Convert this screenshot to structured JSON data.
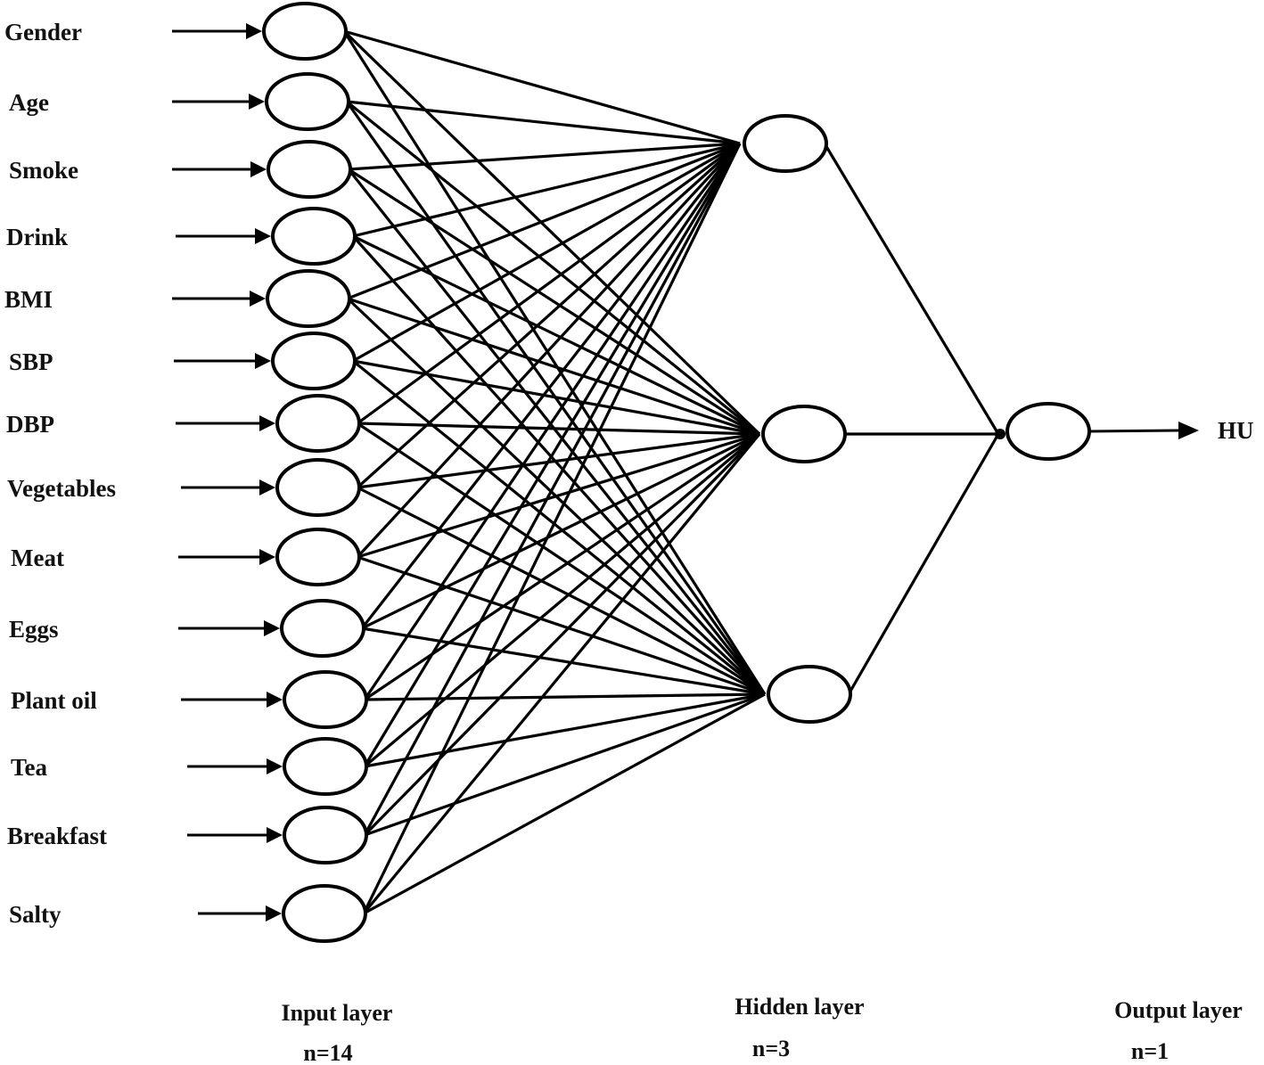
{
  "diagram": {
    "type": "neural-network",
    "inputs": [
      "Gender",
      "Age",
      "Smoke",
      "Drink",
      "BMI",
      "SBP",
      "DBP",
      "Vegetables",
      "Meat",
      "Eggs",
      "Plant oil",
      "Tea",
      "Breakfast",
      "Salty"
    ],
    "output": "HU",
    "layers": {
      "input": {
        "title": "Input layer",
        "count": "n=14",
        "nodes": 14
      },
      "hidden": {
        "title": "Hidden layer",
        "count": "n=3",
        "nodes": 3
      },
      "output": {
        "title": "Output layer",
        "count": "n=1",
        "nodes": 1
      }
    },
    "colors": {
      "stroke": "#000000",
      "text": "#111111",
      "background": "#ffffff"
    }
  }
}
